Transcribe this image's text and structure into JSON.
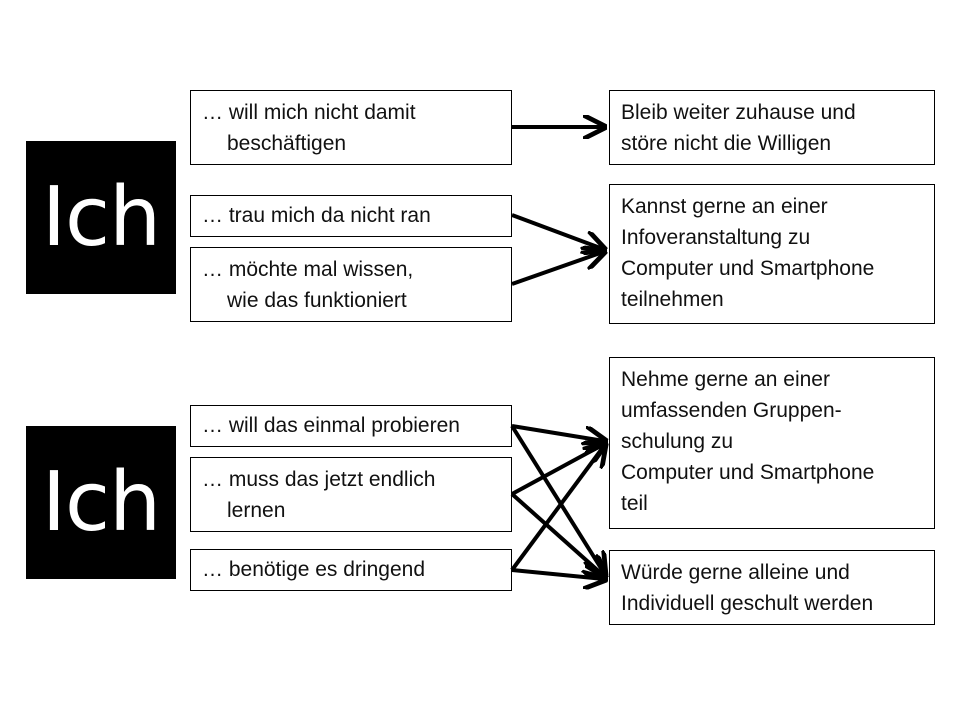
{
  "diagram": {
    "group1": {
      "ich": "Ich",
      "options": [
        {
          "id": "opt-a",
          "lines": [
            "… will mich nicht damit",
            "beschäftigen"
          ]
        },
        {
          "id": "opt-b",
          "lines": [
            "… trau mich da nicht ran"
          ]
        },
        {
          "id": "opt-c",
          "lines": [
            "… möchte mal wissen,",
            "wie das funktioniert"
          ]
        }
      ],
      "results": [
        {
          "id": "res-a",
          "lines": [
            "Bleib weiter zuhause und",
            "störe nicht die Willigen"
          ]
        },
        {
          "id": "res-b",
          "lines": [
            "Kannst gerne an einer",
            "Infoveranstaltung zu",
            "Computer und Smartphone",
            "teilnehmen"
          ]
        }
      ]
    },
    "group2": {
      "ich": "Ich",
      "options": [
        {
          "id": "opt-d",
          "lines": [
            "… will das einmal probieren"
          ]
        },
        {
          "id": "opt-e",
          "lines": [
            "… muss das jetzt endlich",
            "lernen"
          ]
        },
        {
          "id": "opt-f",
          "lines": [
            "… benötige es dringend"
          ]
        }
      ],
      "results": [
        {
          "id": "res-c",
          "lines": [
            "Nehme gerne an einer",
            "umfassenden Gruppen-",
            "schulung  zu",
            "Computer und Smartphone",
            "teil"
          ]
        },
        {
          "id": "res-d",
          "lines": [
            "Würde gerne alleine und",
            "Individuell geschult werden"
          ]
        }
      ]
    },
    "connections": [
      [
        "opt-a",
        "res-a"
      ],
      [
        "opt-b",
        "res-b"
      ],
      [
        "opt-c",
        "res-b"
      ],
      [
        "opt-d",
        "res-c"
      ],
      [
        "opt-d",
        "res-d"
      ],
      [
        "opt-e",
        "res-c"
      ],
      [
        "opt-e",
        "res-d"
      ],
      [
        "opt-f",
        "res-c"
      ],
      [
        "opt-f",
        "res-d"
      ]
    ]
  }
}
